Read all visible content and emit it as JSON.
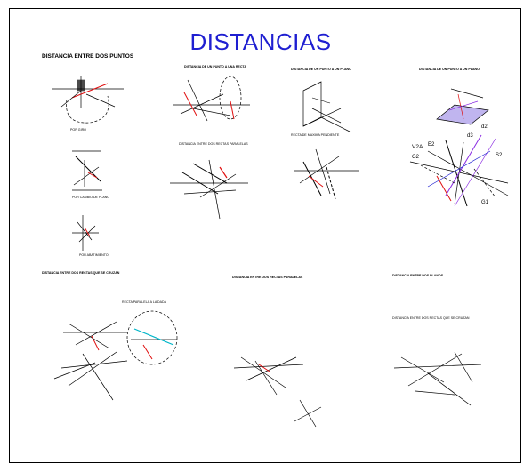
{
  "title": "DISTANCIAS",
  "subtitle": "DISTANCIA ENTRE DOS PUNTOS",
  "captions": {
    "c1": "DISTANCIA DE UN PUNTO A UNA RECTA",
    "c2": "DISTANCIA DE UN PUNTO A UN PLANO",
    "c3": "DISTANCIA DE UN PUNTO A UN PLANO",
    "c4": "POR GIRO",
    "c5": "POR CAMBIO DE PLANO",
    "c6": "DISTANCIA ENTRE DOS RECTAS PARALELAS",
    "c7": "POR ABATIMIENTO",
    "c8": "RECTA DE MAXIMA PENDIENTE",
    "c9": "DISTANCIA ENTRE DOS RECTAS QUE SE CRUZAN",
    "c10": "RECTA PARALELA A LA DADA",
    "c11": "DISTANCIA ENTRE DOS RECTAS PARALELAS",
    "c12": "DISTANCIA ENTRE DOS PLANOS",
    "c13": "DISTANCIA ENTRE DOS RECTAS QUE SE CRUZAN"
  },
  "labels": {
    "d1": "d2",
    "d2": "d3",
    "v2a": "V2A",
    "e2": "E2",
    "g2": "G2",
    "s2": "S2",
    "g1": "G1"
  },
  "colors": {
    "title": "#1f1fd1",
    "true_length": "#e01010",
    "auxiliary": "#8a2be2",
    "cyan": "#00b5c8"
  }
}
